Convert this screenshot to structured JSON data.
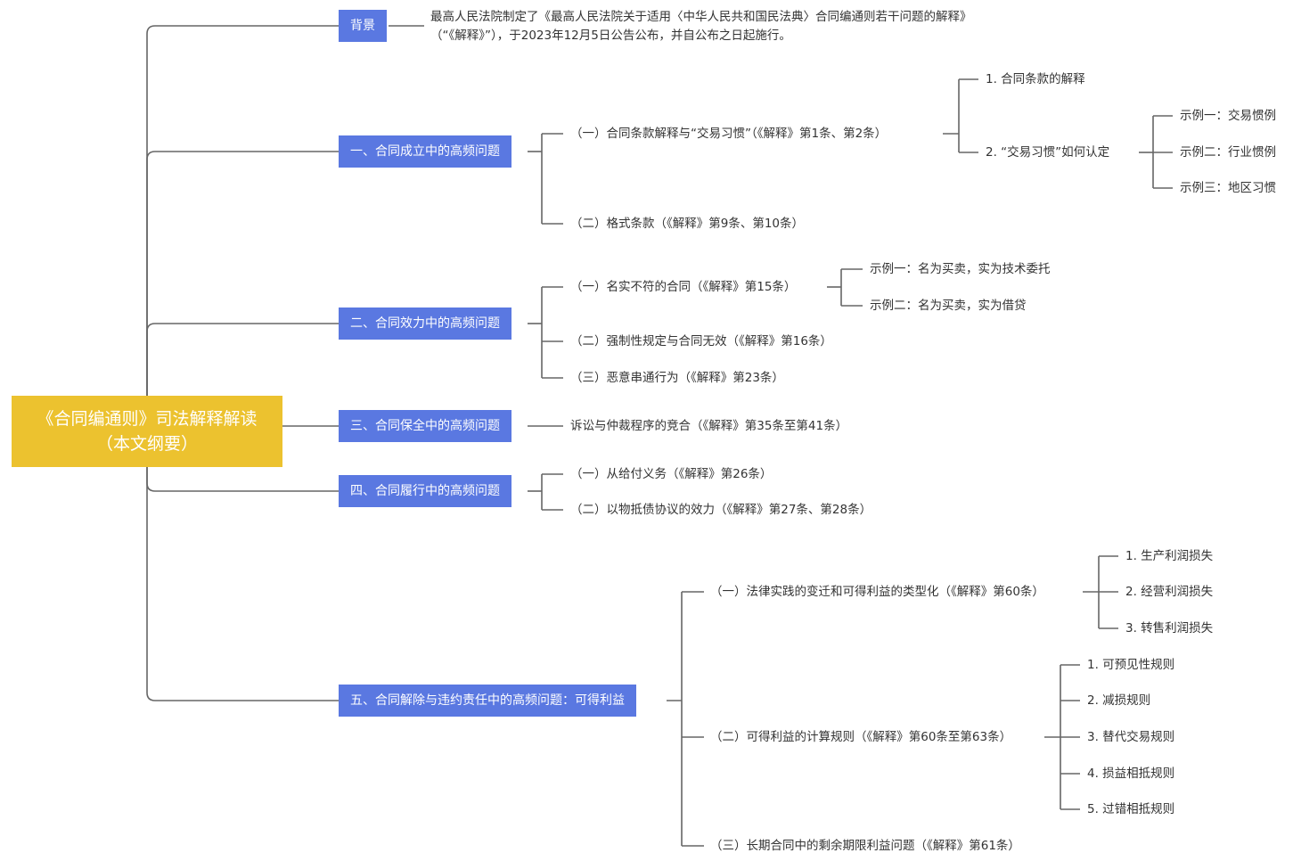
{
  "root": {
    "line1": "《合同编通则》司法解释解读",
    "line2": "（本文纲要）"
  },
  "background": {
    "label": "背景",
    "text": "最高人民法院制定了《最高人民法院关于适用〈中华人民共和国民法典〉合同编通则若干问题的解释》（“《解释》”），于2023年12月5日公告公布，并自公布之日起施行。"
  },
  "branches": [
    {
      "label": "一、合同成立中的高频问题"
    },
    {
      "label": "二、合同效力中的高频问题"
    },
    {
      "label": "三、合同保全中的高频问题"
    },
    {
      "label": "四、合同履行中的高频问题"
    },
    {
      "label": "五、合同解除与违约责任中的高频问题：可得利益"
    }
  ],
  "b1": {
    "s1": "（一）合同条款解释与“交易习惯”（《解释》第1条、第2条）",
    "s1_1": "1. 合同条款的解释",
    "s1_2": "2. “交易习惯”如何认定",
    "ex1": "示例一：交易惯例",
    "ex2": "示例二：行业惯例",
    "ex3": "示例三：地区习惯",
    "s2": "（二）格式条款（《解释》第9条、第10条）"
  },
  "b2": {
    "s1": "（一）名实不符的合同（《解释》第15条）",
    "ex1": "示例一：名为买卖，实为技术委托",
    "ex2": "示例二：名为买卖，实为借贷",
    "s2": "（二）强制性规定与合同无效（《解释》第16条）",
    "s3": "（三）恶意串通行为（《解释》第23条）"
  },
  "b3": {
    "s1": "诉讼与仲裁程序的竞合（《解释》第35条至第41条）"
  },
  "b4": {
    "s1": "（一）从给付义务（《解释》第26条）",
    "s2": "（二）以物抵债协议的效力（《解释》第27条、第28条）"
  },
  "b5": {
    "s1": "（一）法律实践的变迁和可得利益的类型化（《解释》第60条）",
    "s1_items": [
      "1. 生产利润损失",
      "2. 经营利润损失",
      "3. 转售利润损失"
    ],
    "s2": "（二）可得利益的计算规则（《解释》第60条至第63条）",
    "s2_items": [
      "1. 可预见性规则",
      "2. 减损规则",
      "3. 替代交易规则",
      "4. 损益相抵规则",
      "5. 过错相抵规则"
    ],
    "s3": "（三）长期合同中的剩余期限利益问题（《解释》第61条）"
  },
  "colors": {
    "root": "#ecc22f",
    "branch": "#5a78e1",
    "line": "#666666"
  }
}
